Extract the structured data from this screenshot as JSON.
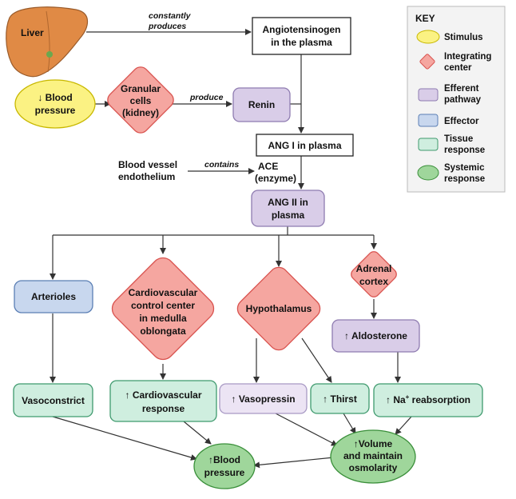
{
  "diagram": {
    "liver": {
      "label": "Liver"
    },
    "constantly_produces": {
      "line1": "constantly",
      "line2": "produces"
    },
    "angiotensinogen": {
      "line1": "Angiotensinogen",
      "line2": "in the plasma"
    },
    "blood_pressure_stimulus": {
      "arrow": "↓",
      "line1": "Blood",
      "line2": "pressure"
    },
    "granular_cells": {
      "line1": "Granular",
      "line2": "cells",
      "line3": "(kidney)"
    },
    "produce": {
      "label": "produce"
    },
    "renin": {
      "label": "Renin"
    },
    "ang1": {
      "label": "ANG I in plasma"
    },
    "blood_vessel": {
      "line1": "Blood vessel",
      "line2": "endothelium"
    },
    "contains": {
      "label": "contains"
    },
    "ace": {
      "line1": "ACE",
      "line2": "(enzyme)"
    },
    "ang2": {
      "line1": "ANG II in",
      "line2": "plasma"
    },
    "arterioles": {
      "label": "Arterioles"
    },
    "cardio_center": {
      "line1": "Cardiovascular",
      "line2": "control center",
      "line3": "in medulla",
      "line4": "oblongata"
    },
    "hypothalamus": {
      "label": "Hypothalamus"
    },
    "adrenal_cortex": {
      "line1": "Adrenal",
      "line2": "cortex"
    },
    "aldosterone": {
      "arrow": "↑",
      "label": "Aldosterone"
    },
    "vasoconstrict": {
      "label": "Vasoconstrict"
    },
    "cardio_response": {
      "arrow": "↑",
      "line1": "Cardiovascular",
      "line2": "response"
    },
    "vasopressin": {
      "arrow": "↑",
      "label": "Vasopressin"
    },
    "thirst": {
      "arrow": "↑",
      "label": "Thirst"
    },
    "na_reabsorption": {
      "arrow": "↑",
      "prefix": "Na",
      "sup": "+",
      "suffix": "reabsorption"
    },
    "volume": {
      "arrow": "↑",
      "line1": "Volume",
      "line2": "and maintain",
      "line3": "osmolarity"
    },
    "blood_pressure_result": {
      "arrow": "↑",
      "line1": "Blood",
      "line2": "pressure"
    }
  },
  "key": {
    "title": "KEY",
    "items": [
      {
        "line1": "Stimulus",
        "line2": ""
      },
      {
        "line1": "Integrating",
        "line2": "center"
      },
      {
        "line1": "Efferent",
        "line2": "pathway"
      },
      {
        "line1": "Effector",
        "line2": ""
      },
      {
        "line1": "Tissue",
        "line2": "response"
      },
      {
        "line1": "Systemic",
        "line2": "response"
      }
    ]
  },
  "colors": {
    "stimulus": "#fbf283",
    "integrating": "#f5a6a0",
    "efferent": "#d9cde8",
    "effector": "#c8d7ee",
    "tissue": "#cfeedf",
    "systemic": "#9fd69b",
    "liver": "#e08a45"
  }
}
